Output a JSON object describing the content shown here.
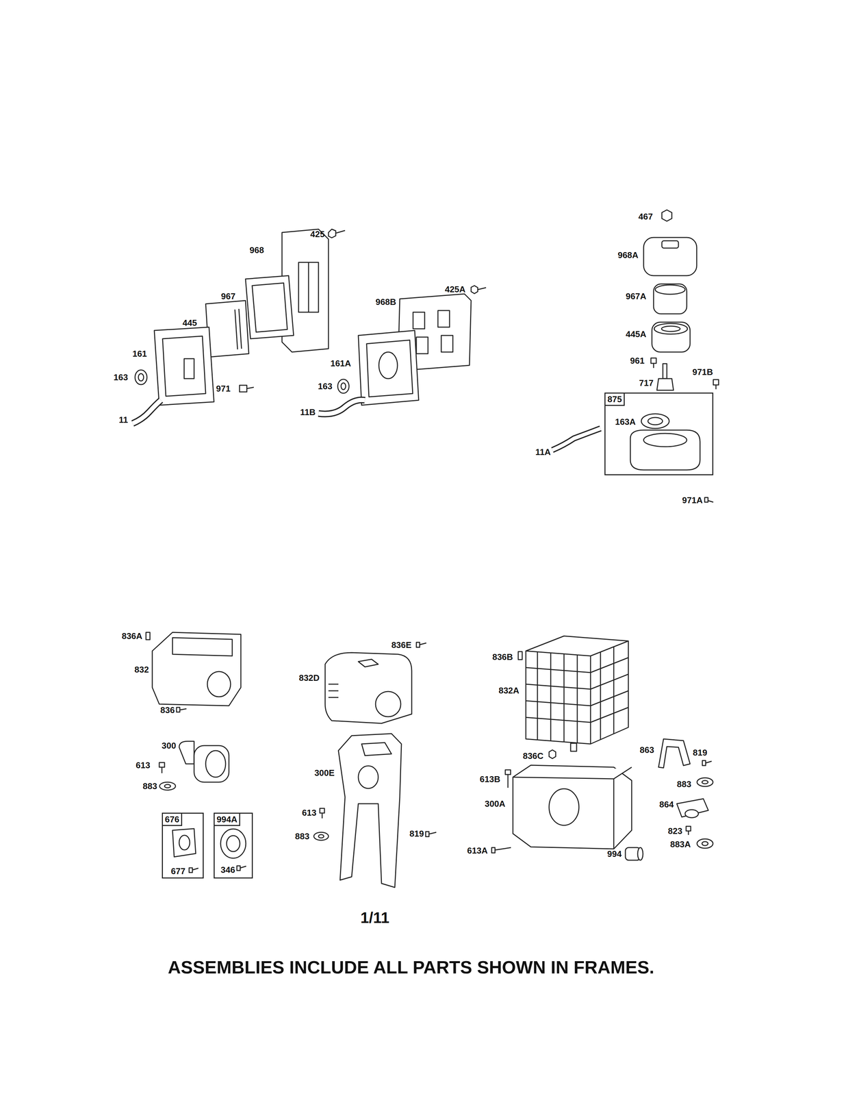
{
  "diagram": {
    "caption": "ASSEMBLIES INCLUDE ALL PARTS SHOWN IN FRAMES.",
    "nodes": [
      {
        "text": [
          "875",
          "163A"
        ]
      },
      {
        "text": [
          "676",
          "677"
        ]
      },
      {
        "text": [
          "994A",
          "346"
        ]
      }
    ],
    "labels": [
      "425",
      "968",
      "967",
      "968B",
      "425A",
      "445",
      "161",
      "163",
      "971",
      "161A",
      "163",
      "11",
      "11B",
      "467",
      "968A",
      "967A",
      "445A",
      "961",
      "717",
      "971B",
      "11A",
      "971A",
      "836A",
      "832",
      "836",
      "300",
      "613",
      "883",
      "836E",
      "832D",
      "300E",
      "613",
      "883",
      "819",
      "836B",
      "832A",
      "836C",
      "863",
      "819",
      "613B",
      "883",
      "300A",
      "864",
      "823",
      "883A",
      "613A",
      "994",
      "1/11"
    ]
  }
}
